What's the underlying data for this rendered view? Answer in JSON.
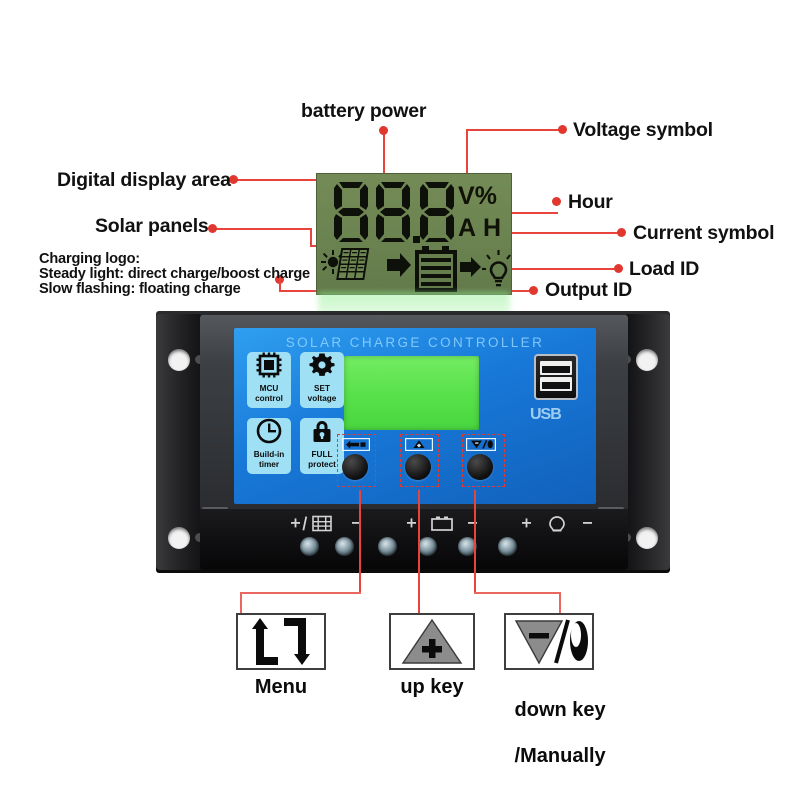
{
  "diagram": {
    "title": "Solar charge controller LCD and key legend",
    "accent_color": "#e8443c",
    "lcd_background": "#6d8551",
    "panel_blue": "#1878d8",
    "panel_lcd_green": "#57e04a"
  },
  "labels": {
    "battery_power": "battery power",
    "voltage_symbol": "Voltage symbol",
    "digital_display_area": "Digital display area",
    "hour": "Hour",
    "solar_panels": "Solar panels",
    "current_symbol": "Current symbol",
    "load_id": "Load ID",
    "output_id": "Output ID",
    "charging_logo_line1": "Charging logo:",
    "charging_logo_line2": "Steady light: direct charge/boost charge",
    "charging_logo_line3": "Slow flashing: floating charge"
  },
  "lcd": {
    "digits": "88.8",
    "unit_top_left": "V",
    "unit_top_right": "%",
    "unit_bottom_left": "A",
    "unit_bottom_right": "H",
    "icons": [
      "sun-icon",
      "solar-panel-icon",
      "arrow-right-icon",
      "battery-icon",
      "arrow-right-icon",
      "lamp-icon"
    ]
  },
  "device": {
    "brand_text": "SOLAR CHARGE CONTROLLER",
    "usb_text": "USB",
    "features": [
      {
        "icon": "chip-icon",
        "line1": "MCU",
        "line2": "control"
      },
      {
        "icon": "gear-icon",
        "line1": "SET",
        "line2": "voltage"
      },
      {
        "icon": "clock-icon",
        "line1": "Build-in",
        "line2": "timer"
      },
      {
        "icon": "lock-icon",
        "line1": "FULL",
        "line2": "protect"
      }
    ],
    "buttons": [
      {
        "name": "menu-button",
        "icon": "menu-key-icon"
      },
      {
        "name": "up-button",
        "icon": "up-key-icon"
      },
      {
        "name": "down-button",
        "icon": "down-manual-key-icon"
      }
    ],
    "terminals": [
      {
        "icon": "solar-panel-terminal-icon",
        "plus": "+",
        "minus": "-"
      },
      {
        "icon": "battery-terminal-icon",
        "plus": "+",
        "minus": "-"
      },
      {
        "icon": "load-terminal-icon",
        "plus": "+",
        "minus": "-"
      }
    ]
  },
  "keys": [
    {
      "name": "menu-key",
      "icon": "loop-arrows-icon",
      "caption": "Menu"
    },
    {
      "name": "up-key",
      "icon": "triangle-plus-icon",
      "caption": "up key"
    },
    {
      "name": "down-key",
      "icon": "triangle-minus-lamp-icon",
      "caption_line1": "down key",
      "caption_line2": "/Manually"
    }
  ]
}
